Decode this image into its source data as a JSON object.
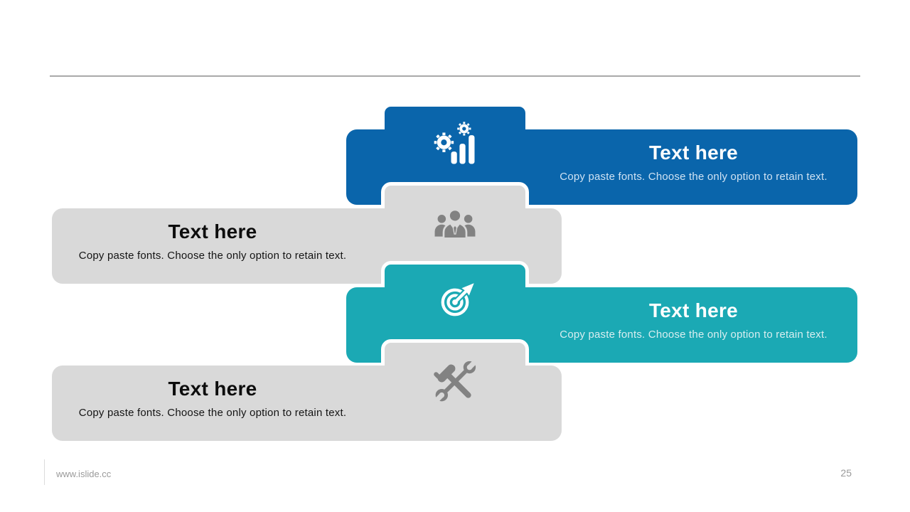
{
  "page": {
    "footer_url": "www.islide.cc",
    "page_number": "25"
  },
  "colors": {
    "blue": "#0a65ab",
    "teal": "#1ba9b4",
    "light_gray": "#d9d9d9",
    "icon_gray": "#828282",
    "divider": "#a9a9a9",
    "footer_text": "#9a9a9a"
  },
  "rows": [
    {
      "title": "Text here",
      "body": "Copy paste fonts. Choose the only option to retain text.",
      "icon": "gears-chart-icon",
      "side": "right",
      "bg": "#0a65ab",
      "title_color": "#ffffff",
      "body_color": "#cfe2f3",
      "icon_color": "#ffffff"
    },
    {
      "title": "Text here",
      "body": "Copy paste fonts. Choose the only option to retain text.",
      "icon": "team-icon",
      "side": "left",
      "bg": "#d9d9d9",
      "title_color": "#0d0d0d",
      "body_color": "#141414",
      "icon_color": "#828282"
    },
    {
      "title": "Text here",
      "body": "Copy paste fonts. Choose the only option to retain text.",
      "icon": "target-icon",
      "side": "right",
      "bg": "#1ba9b4",
      "title_color": "#ffffff",
      "body_color": "#d8eef0",
      "icon_color": "#ffffff"
    },
    {
      "title": "Text here",
      "body": "Copy paste fonts. Choose the only option to retain text.",
      "icon": "tools-icon",
      "side": "left",
      "bg": "#d9d9d9",
      "title_color": "#0d0d0d",
      "body_color": "#141414",
      "icon_color": "#828282"
    }
  ]
}
